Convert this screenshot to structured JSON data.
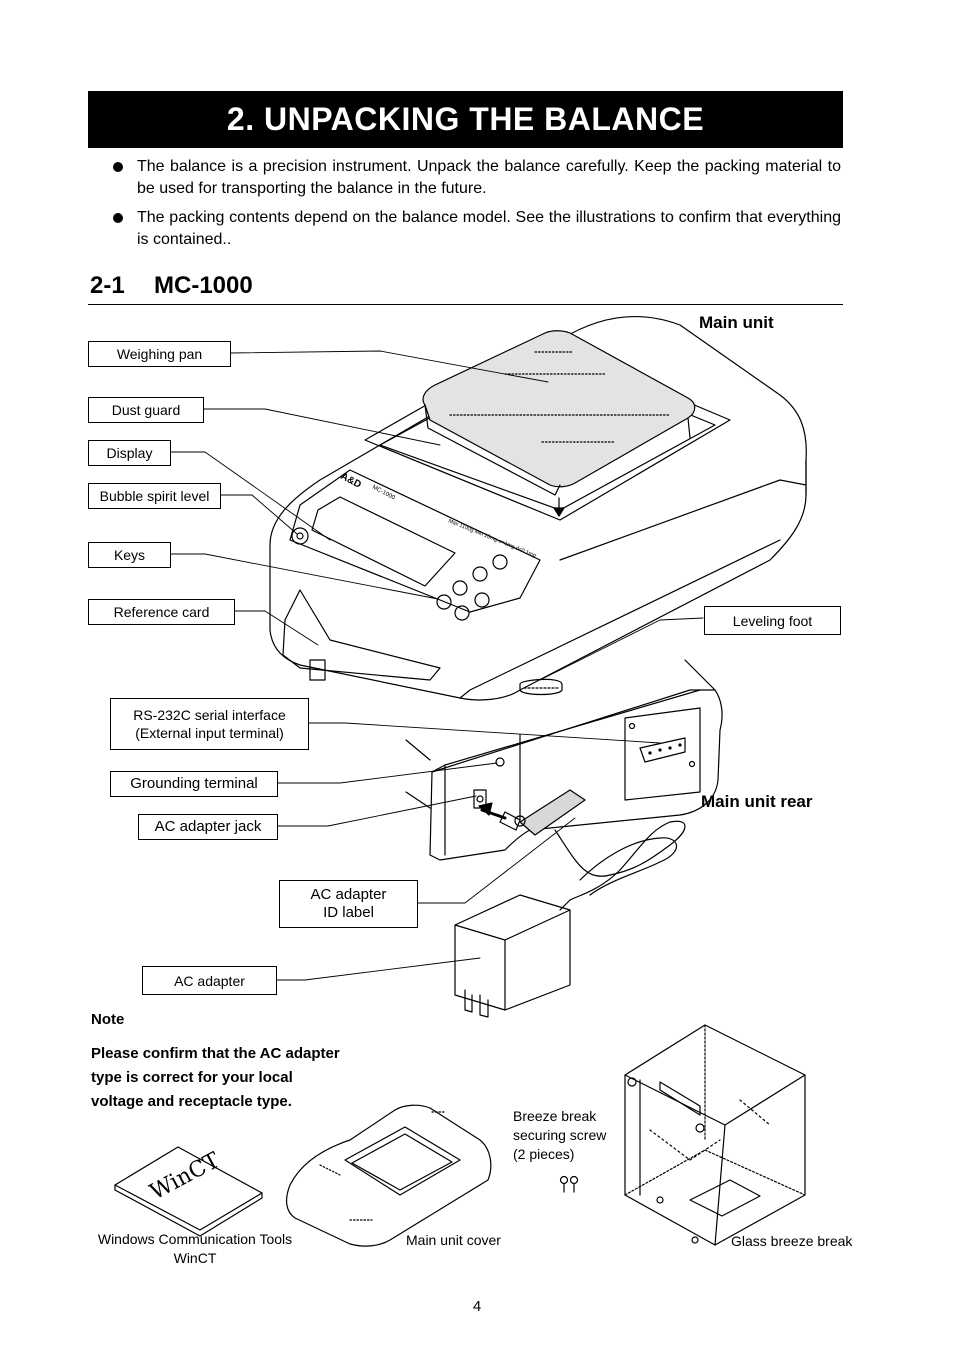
{
  "section": {
    "title": "2.  UNPACKING THE BALANCE",
    "bullets": [
      "The balance is a precision instrument. Unpack the balance carefully. Keep the packing material to be used for transporting the balance in the future.",
      "The packing contents depend on the balance model. See the illustrations to confirm that everything is contained.."
    ]
  },
  "subsection": {
    "number": "2-1",
    "title": "MC-1000"
  },
  "headings": {
    "main_unit": "Main unit",
    "main_unit_rear": "Main unit rear"
  },
  "callouts": {
    "weighing_pan": "Weighing pan",
    "dust_guard": "Dust guard",
    "display": "Display",
    "bubble_spirit_level": "Bubble spirit level",
    "keys": "Keys",
    "reference_card": "Reference card",
    "leveling_foot": "Leveling foot",
    "rs232c_line1": "RS-232C serial interface",
    "rs232c_line2": "(External input terminal)",
    "grounding_terminal": "Grounding terminal",
    "ac_adapter_jack": "AC adapter jack",
    "ac_adapter_id_line1": "AC adapter",
    "ac_adapter_id_line2": "ID label",
    "ac_adapter": "AC adapter"
  },
  "illustration_text": {
    "brand": "A&D",
    "model": "MC-1000",
    "capacity": "Max 1100g  Min 10mg  e=1mg  d=0.1mg",
    "disk_label": "WinCT"
  },
  "note": {
    "title": "Note",
    "body_lines": [
      "Please confirm that the AC adapter",
      "type is correct for your local",
      "voltage and receptacle type."
    ]
  },
  "accessories": {
    "wincct_line1": "Windows Communication Tools",
    "wincct_line2": "WinCT",
    "main_unit_cover": "Main unit cover",
    "screw_line1": "Breeze break",
    "screw_line2": "securing screw",
    "screw_line3": "(2 pieces)",
    "glass_breeze_break": "Glass breeze break"
  },
  "page_number": "4"
}
